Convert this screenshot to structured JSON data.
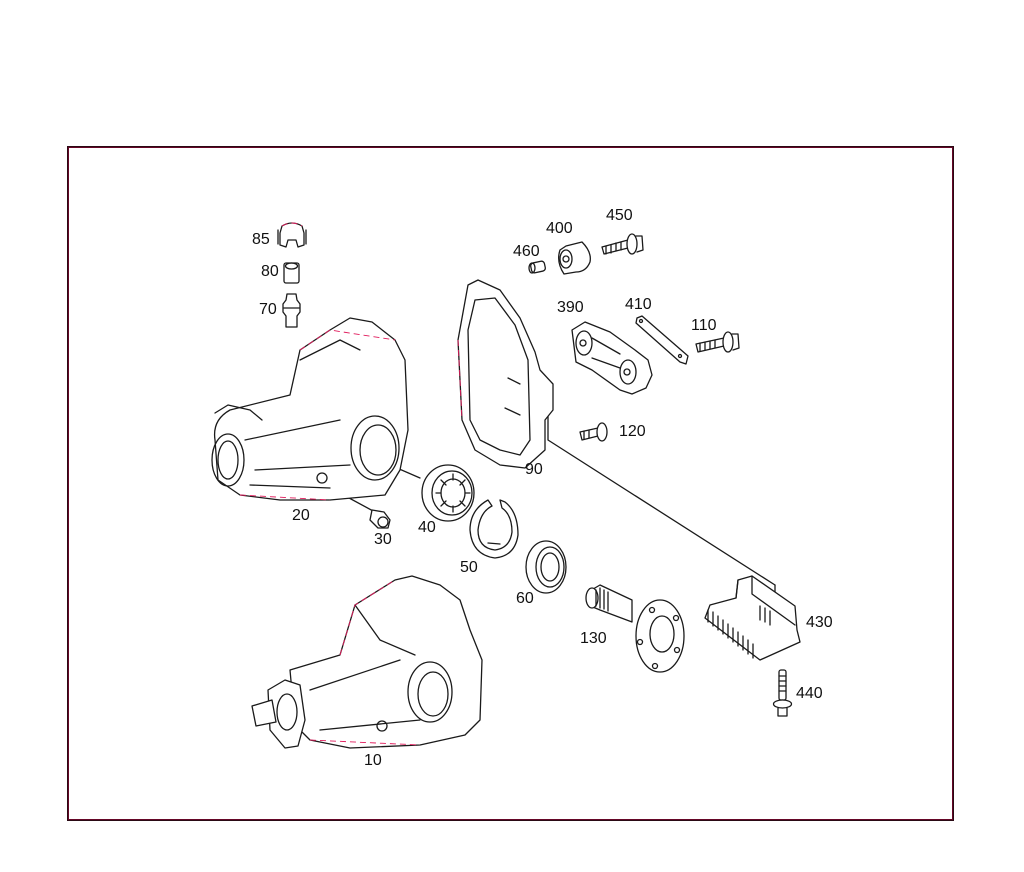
{
  "diagram": {
    "type": "exploded-parts-view",
    "subject": "rear axle differential assembly",
    "colors": {
      "line": "#1a1a1a",
      "accent": "#e0195a",
      "frame": "#2a0a14",
      "background": "#ffffff"
    }
  },
  "parts": [
    {
      "id": "p10",
      "label": "10",
      "name": "differential-assembly"
    },
    {
      "id": "p20",
      "label": "20",
      "name": "differential-housing"
    },
    {
      "id": "p30",
      "label": "30",
      "name": "plug"
    },
    {
      "id": "p40",
      "label": "40",
      "name": "ball-bearing"
    },
    {
      "id": "p50",
      "label": "50",
      "name": "snap-ring"
    },
    {
      "id": "p60",
      "label": "60",
      "name": "shaft-seal"
    },
    {
      "id": "p70",
      "label": "70",
      "name": "breather-valve"
    },
    {
      "id": "p80",
      "label": "80",
      "name": "cap"
    },
    {
      "id": "p85",
      "label": "85",
      "name": "clip"
    },
    {
      "id": "p90",
      "label": "90",
      "name": "housing-cover"
    },
    {
      "id": "p110",
      "label": "110",
      "name": "bolt"
    },
    {
      "id": "p120",
      "label": "120",
      "name": "bolt"
    },
    {
      "id": "p130",
      "label": "130",
      "name": "flange-shaft"
    },
    {
      "id": "p390",
      "label": "390",
      "name": "mount-bracket"
    },
    {
      "id": "p400",
      "label": "400",
      "name": "rubber-mount"
    },
    {
      "id": "p410",
      "label": "410",
      "name": "plate"
    },
    {
      "id": "p430",
      "label": "430",
      "name": "heat-shield"
    },
    {
      "id": "p440",
      "label": "440",
      "name": "bolt"
    },
    {
      "id": "p450",
      "label": "450",
      "name": "bolt"
    },
    {
      "id": "p460",
      "label": "460",
      "name": "sleeve"
    }
  ]
}
